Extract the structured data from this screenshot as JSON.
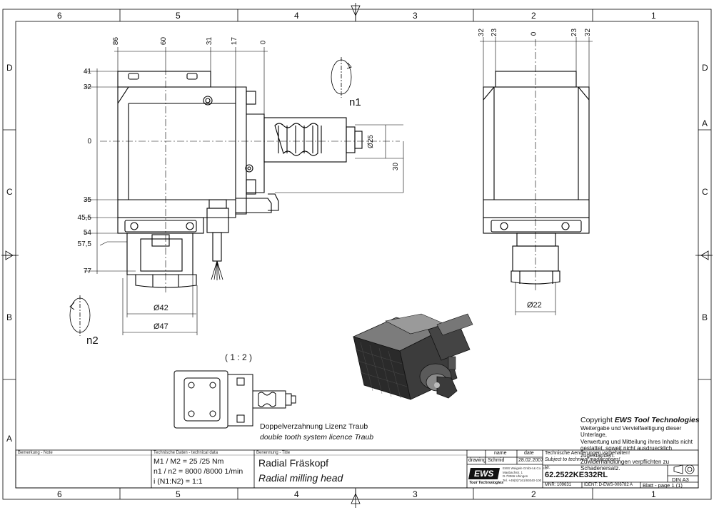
{
  "frame": {
    "columns": [
      "6",
      "5",
      "4",
      "3",
      "2",
      "1"
    ],
    "rows": [
      "D",
      "C",
      "B",
      "A"
    ]
  },
  "front_view": {
    "top_dims": [
      "86",
      "60",
      "31",
      "17",
      "0"
    ],
    "left_dims": [
      "41",
      "32",
      "0",
      "35",
      "45,5",
      "54",
      "57,5",
      "77"
    ],
    "dia_25": "Ø25",
    "dim_30": "30",
    "dia_42": "Ø42",
    "dia_47": "Ø47",
    "rot_n1": "n1",
    "rot_n2": "n2"
  },
  "side_view": {
    "top_dims": [
      "32",
      "23",
      "0",
      "23",
      "32"
    ],
    "dia_22": "Ø22"
  },
  "detail": {
    "scale": "( 1 : 2 )",
    "note_de": "Doppelverzahnung Lizenz Traub",
    "note_en": "double tooth system licence Traub"
  },
  "copyright": {
    "title_prefix": "Copyright ",
    "title_brand": "EWS Tool Technologies",
    "lines": [
      "Weitergabe und Vervielfaeltigung dieser Unterlage,",
      "Verwertung und Mitteilung ihres Inhalts nicht",
      "gestattet, soweit nicht ausdruecklich zugestanden.",
      "Zuwiderhandlungen verpflichten zu Schadenersatz."
    ]
  },
  "title_block": {
    "remark_label": "Bemerkung - Note",
    "techdata_label": "Technische Daten - technical data",
    "m_line": "M1 / M2 = 25 /25 Nm",
    "n_line": "n1 / n2 = 8000 /8000 1/min",
    "i_line": "i (N1:N2) = 1:1",
    "title_label": "Benennung - Title",
    "title_de": "Radial Fräskopf",
    "title_en": "Radial milling head",
    "col_name": "name",
    "col_date": "date",
    "drawing_label": "drawing",
    "drawn_by": "Schmid",
    "drawn_date": "28.02.2007",
    "logo": "EWS",
    "logo_sub": "Tool Technologies",
    "company_lines": [
      "EWS Weigele GmbH & Co. KG",
      "Maybachstr. 1",
      "D-73066 Uhingen",
      "Tel. +49(0)7161/93040-100"
    ],
    "change_de": "Technische Aenderungen vorbehalten!",
    "change_en": "Subject to technical modifications!",
    "nr_label": "Nr.",
    "part_no": "62.2522KE332RL",
    "format": "DIN A3",
    "mnr": "MNR: 109631",
    "ident": "IDENT: D-EWS-006782 A",
    "sheet": "Blatt - page 1 (1)"
  }
}
